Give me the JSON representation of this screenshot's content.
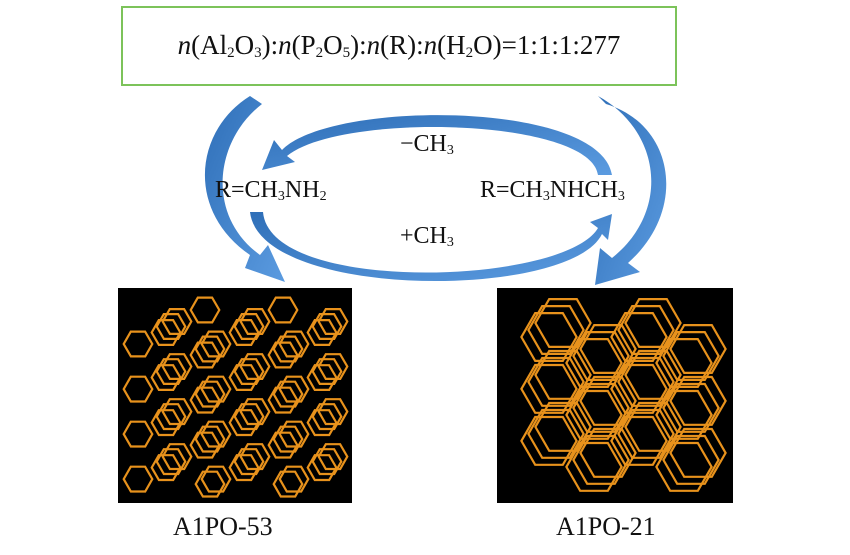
{
  "formula": [
    {
      "t": "n",
      "i": true
    },
    {
      "t": "(Al"
    },
    {
      "t": "2",
      "sub": true
    },
    {
      "t": "O"
    },
    {
      "t": "3",
      "sub": true
    },
    {
      "t": "):"
    },
    {
      "t": "n",
      "i": true
    },
    {
      "t": "(P"
    },
    {
      "t": "2",
      "sub": true
    },
    {
      "t": "O"
    },
    {
      "t": "5",
      "sub": true
    },
    {
      "t": "):"
    },
    {
      "t": "n",
      "i": true
    },
    {
      "t": "(R):"
    },
    {
      "t": "n",
      "i": true
    },
    {
      "t": "(H"
    },
    {
      "t": "2",
      "sub": true
    },
    {
      "t": "O)=1:1:1:277"
    }
  ],
  "labels": {
    "r_left": [
      {
        "t": "R=CH"
      },
      {
        "t": "3",
        "sub": true
      },
      {
        "t": "NH"
      },
      {
        "t": "2",
        "sub": true
      }
    ],
    "r_right": [
      {
        "t": "R=CH"
      },
      {
        "t": "3",
        "sub": true
      },
      {
        "t": "NHCH"
      },
      {
        "t": "3",
        "sub": true
      }
    ],
    "minus": [
      {
        "t": "−CH"
      },
      {
        "t": "3",
        "sub": true
      }
    ],
    "plus": [
      {
        "t": "+CH"
      },
      {
        "t": "3",
        "sub": true
      }
    ]
  },
  "structures": {
    "left_name": "A1PO-53",
    "right_name": "A1PO-21"
  },
  "colors": {
    "box_border": "#7cc35a",
    "arrow": "#3d7fc6",
    "lattice": "#e8921c",
    "lattice_bg": "#000000"
  }
}
